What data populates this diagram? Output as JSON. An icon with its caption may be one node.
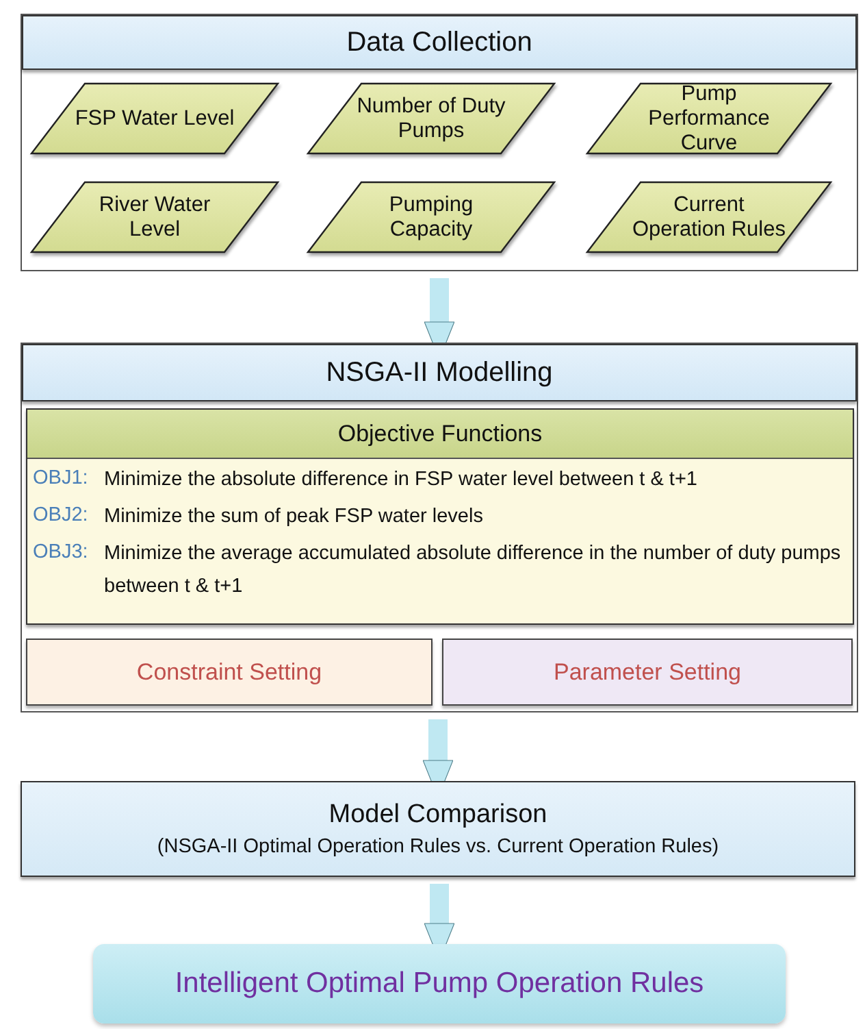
{
  "diagram": {
    "nodes": [
      {
        "text": [
          "Data Collection"
        ]
      },
      {
        "text": [
          "FSP Water Level"
        ],
        "in": 0
      },
      {
        "text": [
          "Number of Duty Pumps"
        ],
        "in": 0
      },
      {
        "text": [
          "Pump Performance Curve"
        ],
        "in": 0
      },
      {
        "text": [
          "River Water Level"
        ],
        "in": 0
      },
      {
        "text": [
          "Pumping Capacity"
        ],
        "in": 0
      },
      {
        "text": [
          "Current Operation Rules"
        ],
        "in": 0
      },
      {
        "text": [
          "NSGA-II Modelling"
        ]
      },
      {
        "text": [
          "Objective Functions",
          "OBJ1:",
          "Minimize the absolute difference in FSP water level between t & t+1",
          "OBJ2:",
          "Minimize the sum of peak FSP water levels",
          "OBJ3:",
          "Minimize the average accumulated absolute difference in the number of duty pumps between t & t+1"
        ],
        "in": 7
      },
      {
        "text": [
          "Constraint Setting"
        ],
        "in": 7
      },
      {
        "text": [
          "Parameter Setting"
        ],
        "in": 7
      },
      {
        "text": [
          "Model Comparison",
          "(NSGA-II Optimal Operation Rules vs. Current Operation Rules)"
        ]
      },
      {
        "text": [
          "Intelligent Optimal Pump Operation Rules"
        ]
      }
    ],
    "edges": [
      {
        "from": 0,
        "to": 7,
        "arrow": "to"
      },
      {
        "from": 7,
        "to": 11,
        "arrow": "to"
      },
      {
        "from": 11,
        "to": 12,
        "arrow": "to"
      }
    ]
  }
}
